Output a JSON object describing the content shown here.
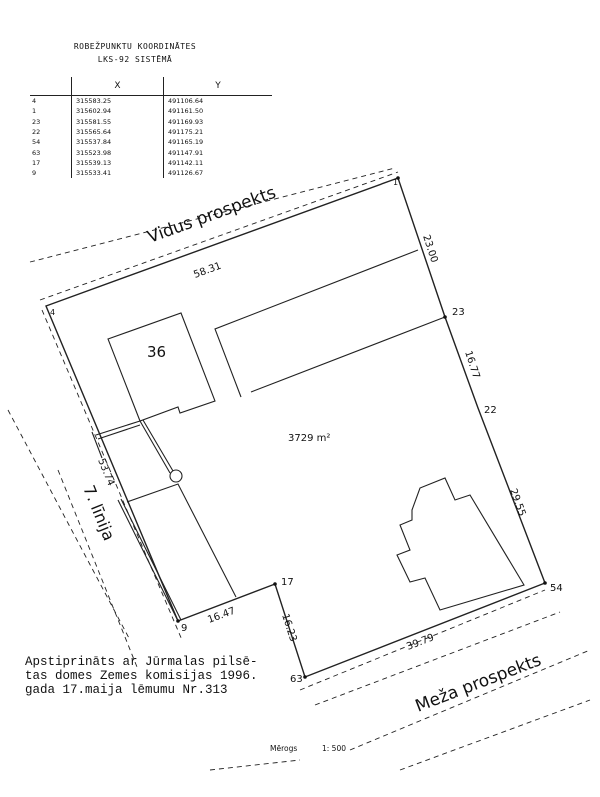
{
  "header": {
    "title": "ROBEŽPUNKTU KOORDINĀTES",
    "subtitle": "LKS-92 SISTĒMĀ"
  },
  "table": {
    "columns": [
      "",
      "X",
      "Y"
    ],
    "rows": [
      [
        "4",
        "315583.25",
        "491106.64"
      ],
      [
        "1",
        "315602.94",
        "491161.50"
      ],
      [
        "23",
        "315581.55",
        "491169.93"
      ],
      [
        "22",
        "315565.64",
        "491175.21"
      ],
      [
        "54",
        "315537.84",
        "491165.19"
      ],
      [
        "63",
        "315523.98",
        "491147.91"
      ],
      [
        "17",
        "315539.13",
        "491142.11"
      ],
      [
        "9",
        "315533.41",
        "491126.67"
      ]
    ]
  },
  "plan": {
    "streets": {
      "top": "Vidus prospekts",
      "left": "7. līnija",
      "bottom": "Meža prospekts"
    },
    "points": {
      "p4": "4",
      "p1": "1",
      "p23": "23",
      "p22": "22",
      "p54": "54",
      "p63": "63",
      "p17": "17",
      "p9": "9"
    },
    "distances": {
      "d4_1": "58.31",
      "d1_23": "23.00",
      "d23_22": "16.77",
      "d22_54": "29.55",
      "d54_63": "39.79",
      "d63_17": "16.23",
      "d17_9": "16.47",
      "d9_4": "53.74"
    },
    "area": "3729 m²",
    "building_number": "36"
  },
  "note": "Apstiprināts ar Jūrmalas pilsē-\ntas domes Zemes komisijas 1996.\ngada 17.maija lēmumu Nr.313",
  "scale": {
    "label": "Mērogs",
    "value": "1: 500"
  }
}
